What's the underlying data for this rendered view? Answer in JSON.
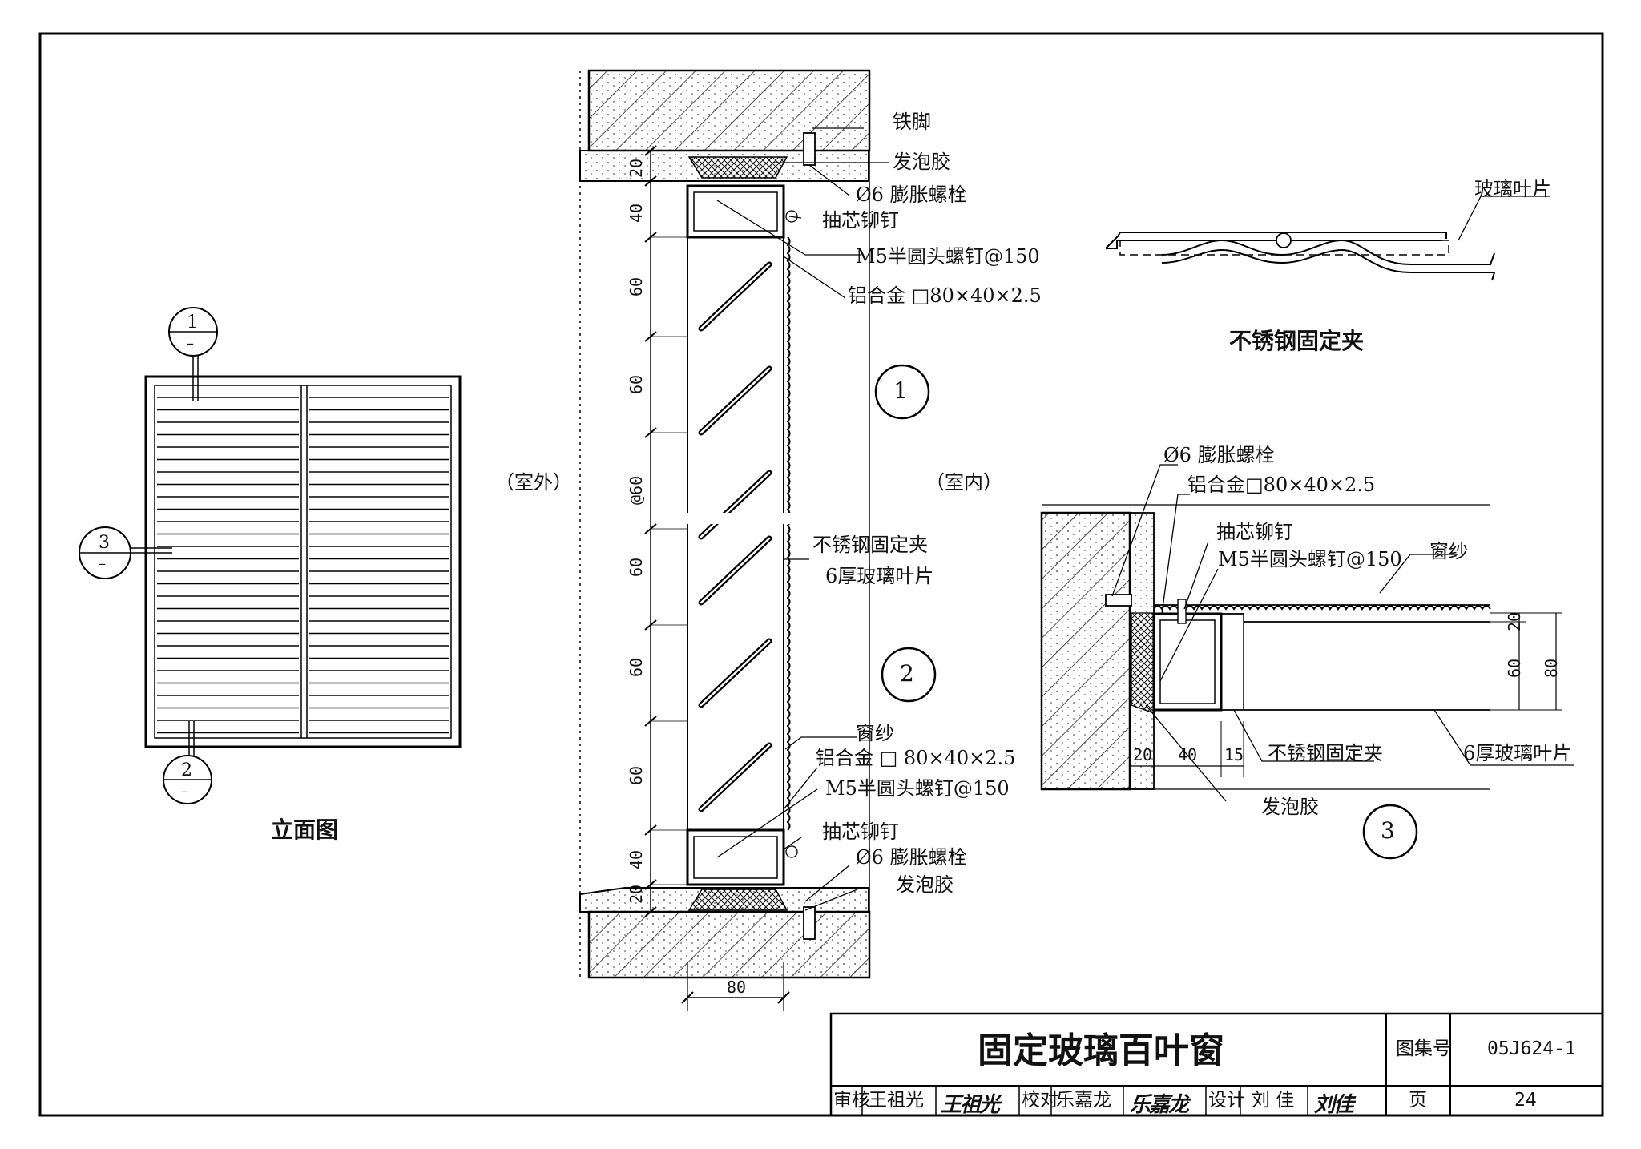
{
  "elevation": {
    "caption": "立面图",
    "markers": [
      {
        "number": "1",
        "sub": "–"
      },
      {
        "number": "2",
        "sub": "–"
      },
      {
        "number": "3",
        "sub": "–"
      }
    ]
  },
  "section": {
    "outdoor_label": "（室外）",
    "indoor_label": "（室内）",
    "marker_1": "1",
    "marker_2": "2",
    "labels_top": [
      "铁脚",
      "发泡胶",
      "Ø6 膨胀螺栓",
      "抽芯铆钉",
      "M5半圆头螺钉@150",
      "铝合金 □80×40×2.5"
    ],
    "labels_mid": [
      "不锈钢固定夹",
      "6厚玻璃叶片"
    ],
    "labels_bottom": [
      "窗纱",
      "铝合金 □ 80×40×2.5",
      "M5半圆头螺钉@150",
      "抽芯铆钉",
      "Ø6 膨胀螺栓",
      "发泡胶"
    ],
    "dims": {
      "top_20": "20",
      "top_40": "40",
      "d60_1": "60",
      "d60_2": "60",
      "pitch": "@60",
      "d60_3": "60",
      "d60_4": "60",
      "d60_5": "60",
      "bottom_40": "40",
      "bottom_20": "20",
      "width_80": "80"
    }
  },
  "clip": {
    "title": "不锈钢固定夹",
    "label": "玻璃叶片"
  },
  "detail3": {
    "marker": "3",
    "labels": [
      "Ø6 膨胀螺栓",
      "铝合金□80×40×2.5",
      "抽芯铆钉",
      "M5半圆头螺钉@150",
      "窗纱",
      "不锈钢固定夹",
      "6厚玻璃叶片",
      "发泡胶"
    ],
    "dims": {
      "d20": "20",
      "d40": "40",
      "d15": "15",
      "v20": "20",
      "v60": "60",
      "v80": "80"
    }
  },
  "title_block": {
    "title": "固定玻璃百叶窗",
    "atlas_label": "图集号",
    "atlas_no": "05J624-1",
    "page_label": "页",
    "page_no": "24",
    "review_label": "审核",
    "reviewer": "王祖光",
    "check_label": "校对",
    "checker": "乐嘉龙",
    "design_label": "设计",
    "designer": "刘 佳"
  }
}
